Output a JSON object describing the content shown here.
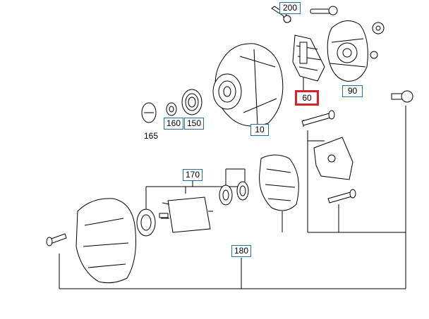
{
  "diagram": {
    "callouts": [
      {
        "id": "200",
        "text": "200",
        "boxed": true,
        "selected": false
      },
      {
        "id": "90",
        "text": "90",
        "boxed": true,
        "selected": false
      },
      {
        "id": "60",
        "text": "60",
        "boxed": true,
        "selected": true
      },
      {
        "id": "160",
        "text": "160",
        "boxed": true,
        "selected": false
      },
      {
        "id": "150",
        "text": "150",
        "boxed": true,
        "selected": false
      },
      {
        "id": "165",
        "text": "165",
        "boxed": false,
        "selected": false
      },
      {
        "id": "10",
        "text": "10",
        "boxed": true,
        "selected": false
      },
      {
        "id": "170",
        "text": "170",
        "boxed": true,
        "selected": false
      },
      {
        "id": "180",
        "text": "180",
        "boxed": true,
        "selected": false
      }
    ],
    "colors": {
      "outline": "#1f6fa8",
      "selected": "#d9232a",
      "line": "#000000"
    },
    "parts": [
      "alternator-housing",
      "voltage-regulator",
      "rear-cover",
      "pulley",
      "pulley-nut",
      "cap",
      "rotor",
      "bearing",
      "front-housing",
      "rectifier",
      "bolts",
      "screw"
    ]
  }
}
